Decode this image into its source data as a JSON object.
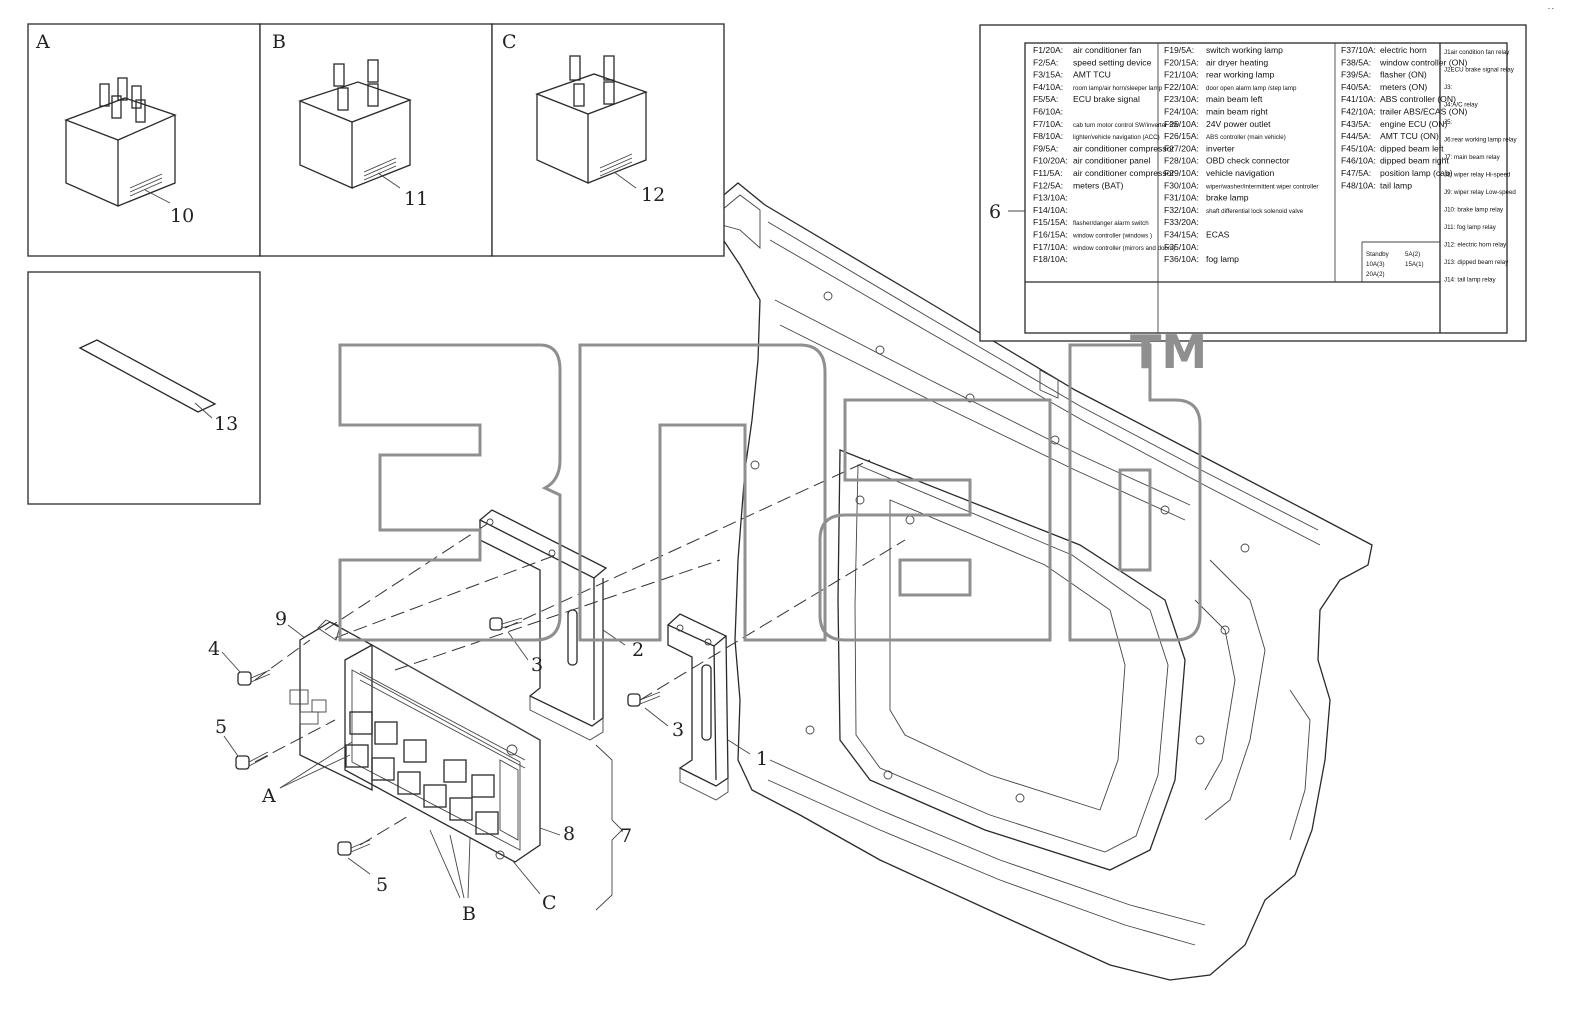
{
  "panels": [
    {
      "letter": "A",
      "part": "10"
    },
    {
      "letter": "B",
      "part": "11"
    },
    {
      "letter": "C",
      "part": "12"
    },
    {
      "letter": "",
      "part": "13"
    }
  ],
  "callouts": {
    "c1": "1",
    "c2": "2",
    "c3a": "3",
    "c3b": "3",
    "c4": "4",
    "c5a": "5",
    "c5b": "5",
    "c6": "6",
    "c7": "7",
    "c8": "8",
    "c9": "9",
    "cA": "A",
    "cB": "B",
    "cC": "C"
  },
  "fuse_table": {
    "col1": [
      {
        "code": "F1/20A:",
        "desc": "air conditioner fan"
      },
      {
        "code": "F2/5A:",
        "desc": "speed setting device"
      },
      {
        "code": "F3/15A:",
        "desc": "AMT TCU"
      },
      {
        "code": "F4/10A:",
        "desc": "room lamp/air horn/sleeper lamp"
      },
      {
        "code": "F5/5A:",
        "desc": "ECU brake signal"
      },
      {
        "code": "F6/10A:",
        "desc": ""
      },
      {
        "code": "F7/10A:",
        "desc": "cab turn motor control SW/inverter SW"
      },
      {
        "code": "F8/10A:",
        "desc": "lighter/vehicle navigation (ACC)"
      },
      {
        "code": "F9/5A:",
        "desc": "air conditioner compressor"
      },
      {
        "code": "F10/20A:",
        "desc": "air conditioner panel"
      },
      {
        "code": "F11/5A:",
        "desc": "air conditioner compressor"
      },
      {
        "code": "F12/5A:",
        "desc": "meters (BAT)"
      },
      {
        "code": "F13/10A:",
        "desc": ""
      },
      {
        "code": "F14/10A:",
        "desc": ""
      },
      {
        "code": "F15/15A:",
        "desc": "flasher/danger alarm switch"
      },
      {
        "code": "F16/15A:",
        "desc": "window controller (windows )"
      },
      {
        "code": "F17/10A:",
        "desc": "window controller (mirrors and doors)"
      },
      {
        "code": "F18/10A:",
        "desc": ""
      }
    ],
    "col2": [
      {
        "code": "F19/5A:",
        "desc": "switch working lamp"
      },
      {
        "code": "F20/15A:",
        "desc": "air dryer heating"
      },
      {
        "code": "F21/10A:",
        "desc": "rear working lamp"
      },
      {
        "code": "F22/10A:",
        "desc": "door open alarm lamp /step lamp"
      },
      {
        "code": "F23/10A:",
        "desc": "main beam left"
      },
      {
        "code": "F24/10A:",
        "desc": "main beam right"
      },
      {
        "code": "F25/10A:",
        "desc": "24V power outlet"
      },
      {
        "code": "F26/15A:",
        "desc": "ABS controller (main vehicle)"
      },
      {
        "code": "F27/20A:",
        "desc": "inverter"
      },
      {
        "code": "F28/10A:",
        "desc": "OBD check connector"
      },
      {
        "code": "F29/10A:",
        "desc": "vehicle navigation"
      },
      {
        "code": "F30/10A:",
        "desc": "wiper/washer/intermittent wiper controller"
      },
      {
        "code": "F31/10A:",
        "desc": "brake lamp"
      },
      {
        "code": "F32/10A:",
        "desc": "shaft differential lock solenoid valve"
      },
      {
        "code": "F33/20A:",
        "desc": ""
      },
      {
        "code": "F34/15A:",
        "desc": "ECAS"
      },
      {
        "code": "F35/10A:",
        "desc": ""
      },
      {
        "code": "F36/10A:",
        "desc": "fog lamp"
      }
    ],
    "col3": [
      {
        "code": "F37/10A:",
        "desc": "electric horn"
      },
      {
        "code": "F38/5A:",
        "desc": "window controller (ON)"
      },
      {
        "code": "F39/5A:",
        "desc": "flasher (ON)"
      },
      {
        "code": "F40/5A:",
        "desc": "meters (ON)"
      },
      {
        "code": "F41/10A:",
        "desc": "ABS controller (ON)"
      },
      {
        "code": "F42/10A:",
        "desc": "trailer ABS/ECAS (ON)"
      },
      {
        "code": "F43/5A:",
        "desc": "engine ECU (ON)"
      },
      {
        "code": "F44/5A:",
        "desc": "AMT TCU (ON)"
      },
      {
        "code": "F45/10A:",
        "desc": "dipped beam left"
      },
      {
        "code": "F46/10A:",
        "desc": "dipped beam right"
      },
      {
        "code": "F47/5A:",
        "desc": "position lamp (cab)"
      },
      {
        "code": "F48/10A:",
        "desc": "tail lamp"
      }
    ],
    "relays": [
      "J1air condition fan relay",
      "J2ECU brake signal relay",
      "J3:",
      "J4:A/C relay",
      "J5:",
      "J6:rear working lamp relay",
      "J7:    main beam relay",
      "J8: wiper relay Hi-speed",
      "J9: wiper relay Low-speed",
      "J10:     brake lamp relay",
      "J11:     fog lamp relay",
      "J12:     electric horn relay",
      "J13:     dipped beam relay",
      "J14:     tail lamp relay"
    ],
    "standby": {
      "label": "Standby",
      "l1": "10A(3)",
      "l2": "20A(2)",
      "r1": "5A(2)",
      "r2": "15A(1)"
    }
  },
  "watermark": {
    "text": "3nab",
    "tm": "TM"
  }
}
